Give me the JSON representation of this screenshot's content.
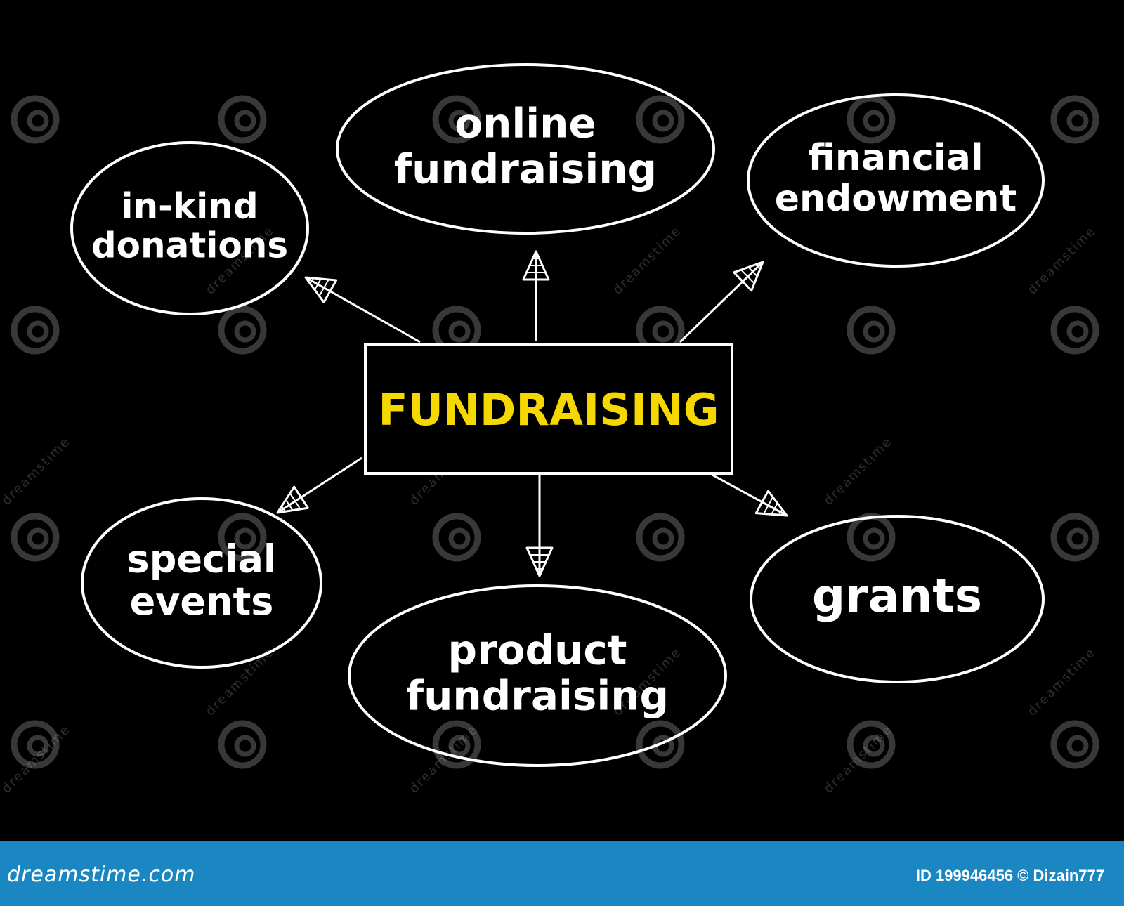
{
  "center": {
    "lines": [
      "FUNDRAISING"
    ],
    "color": "#f5d800"
  },
  "nodes": [
    {
      "id": "in-kind-donations",
      "lines": [
        "in-kind",
        "donations"
      ]
    },
    {
      "id": "online-fundraising",
      "lines": [
        "online",
        "fundraising"
      ]
    },
    {
      "id": "financial-endowment",
      "lines": [
        "financial",
        "endowment"
      ]
    },
    {
      "id": "special-events",
      "lines": [
        "special",
        "events"
      ]
    },
    {
      "id": "product-fundraising",
      "lines": [
        "product",
        "fundraising"
      ]
    },
    {
      "id": "grants",
      "lines": [
        "grants"
      ]
    }
  ],
  "watermark": {
    "text": "dreamstime",
    "icon": "spiral-icon"
  },
  "footer": {
    "logo": "dreamstime.com",
    "info": "ID 199946456 © Dizain777",
    "color": "#1a87c2"
  }
}
